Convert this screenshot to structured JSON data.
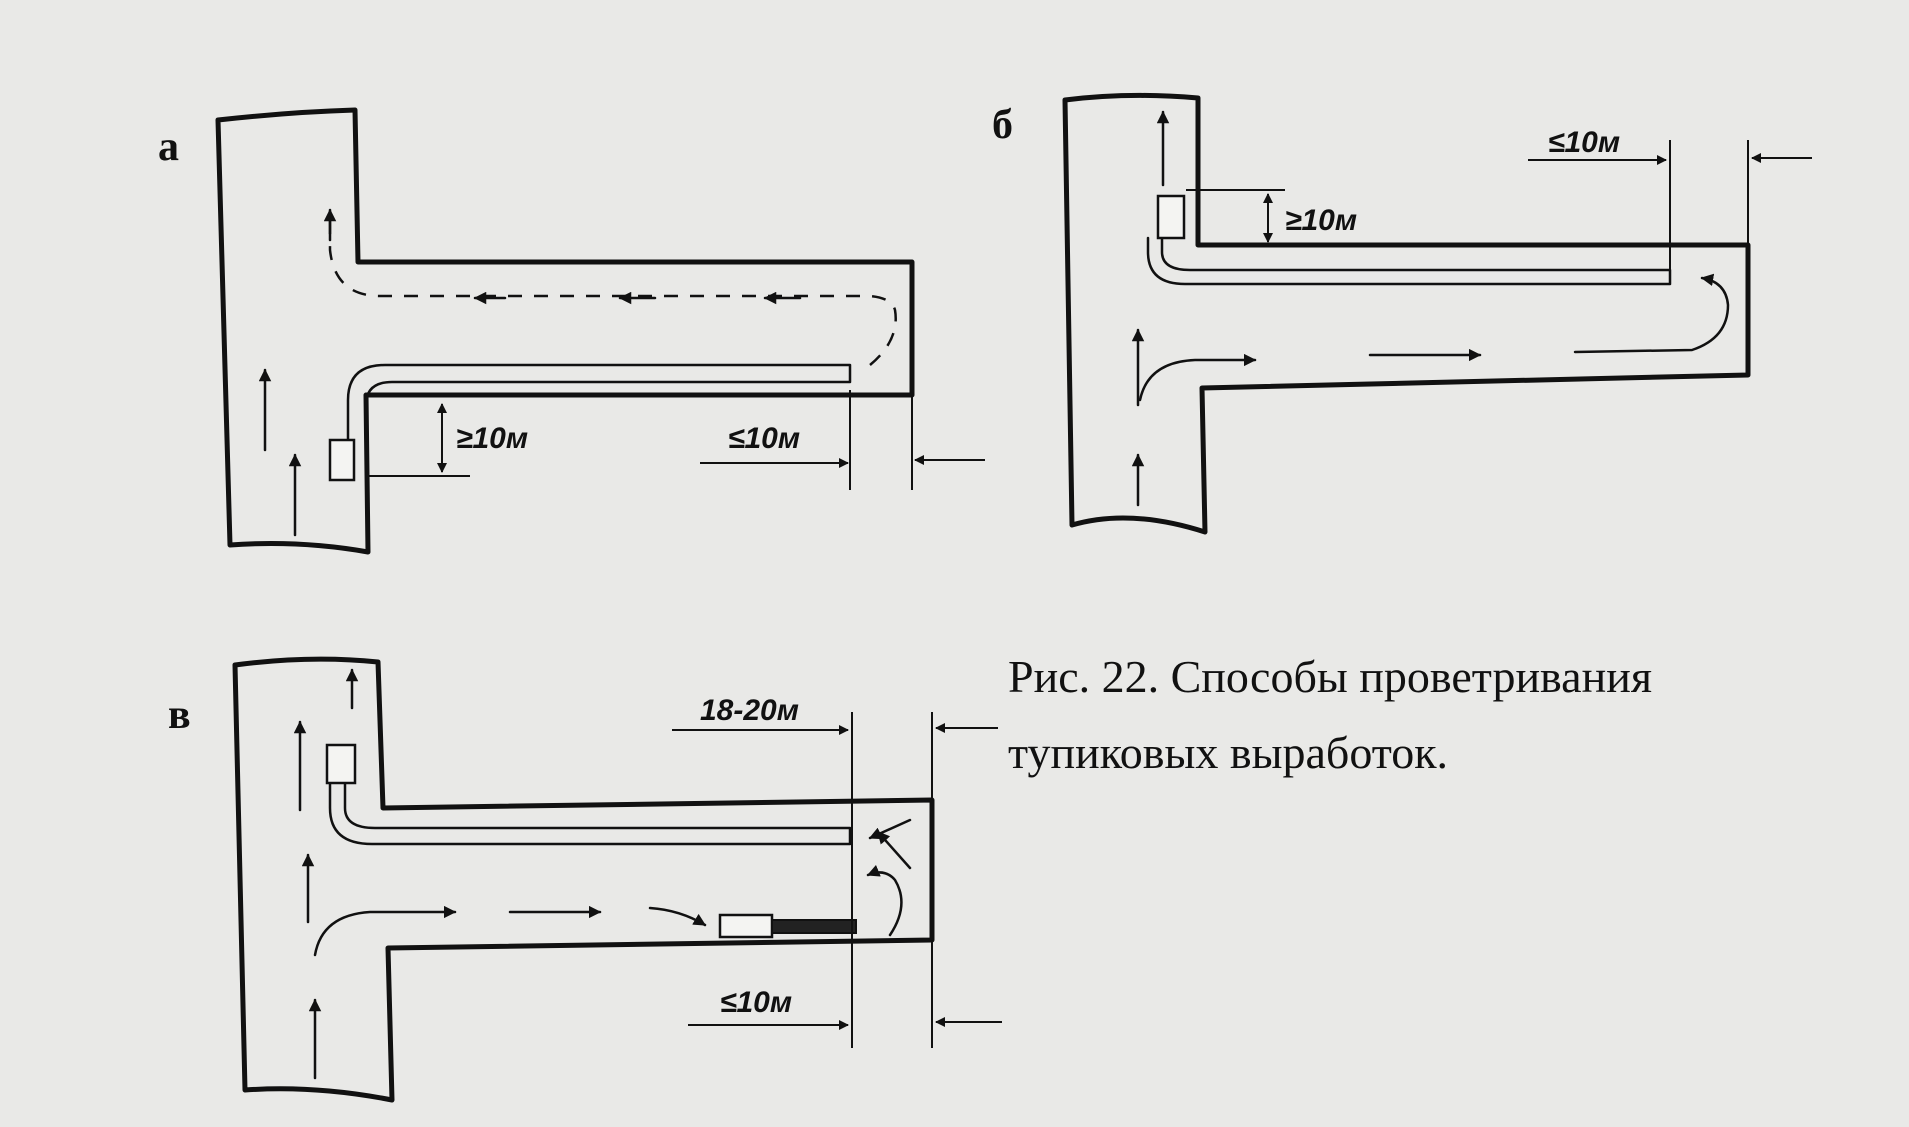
{
  "figure": {
    "caption_line1": "Рис. 22. Способы проветривания",
    "caption_line2": "тупиковых выработок."
  },
  "panels": {
    "a": {
      "label": "а",
      "dim_upper": "≥10м",
      "dim_lower": "≤10м"
    },
    "b": {
      "label": "б",
      "dim_upper": "≥10м",
      "dim_lower": "≤10м"
    },
    "v": {
      "label": "в",
      "dim_upper": "18-20м",
      "dim_lower": "≤10м"
    }
  }
}
